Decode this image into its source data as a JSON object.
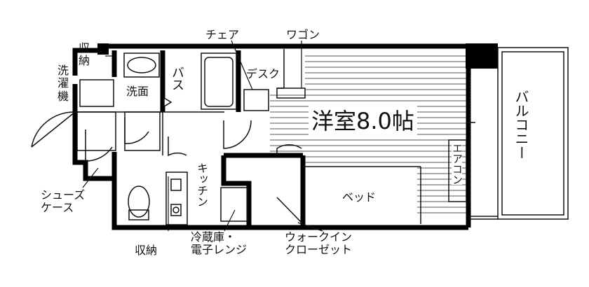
{
  "colors": {
    "wall": "#000000",
    "line": "#111111",
    "floor_hatch": "#555555",
    "background": "#ffffff"
  },
  "labels": {
    "storage_top": "収\n納",
    "washer": "洗\n濯\n機",
    "washbasin": "洗面",
    "bath": "バス",
    "chair": "チェア",
    "wagon": "ワゴン",
    "desk": "デスク",
    "room": "洋室8.0帖",
    "balcony": "バルコニー",
    "aircon": "エアコン",
    "kitchen": "キッチン",
    "bed": "ベッド",
    "shoe_case": "シューズ\nケース",
    "storage_bottom": "収納",
    "fridge": "冷蔵庫・\n電子レンジ",
    "closet": "ウォークイン\nクローゼット"
  }
}
